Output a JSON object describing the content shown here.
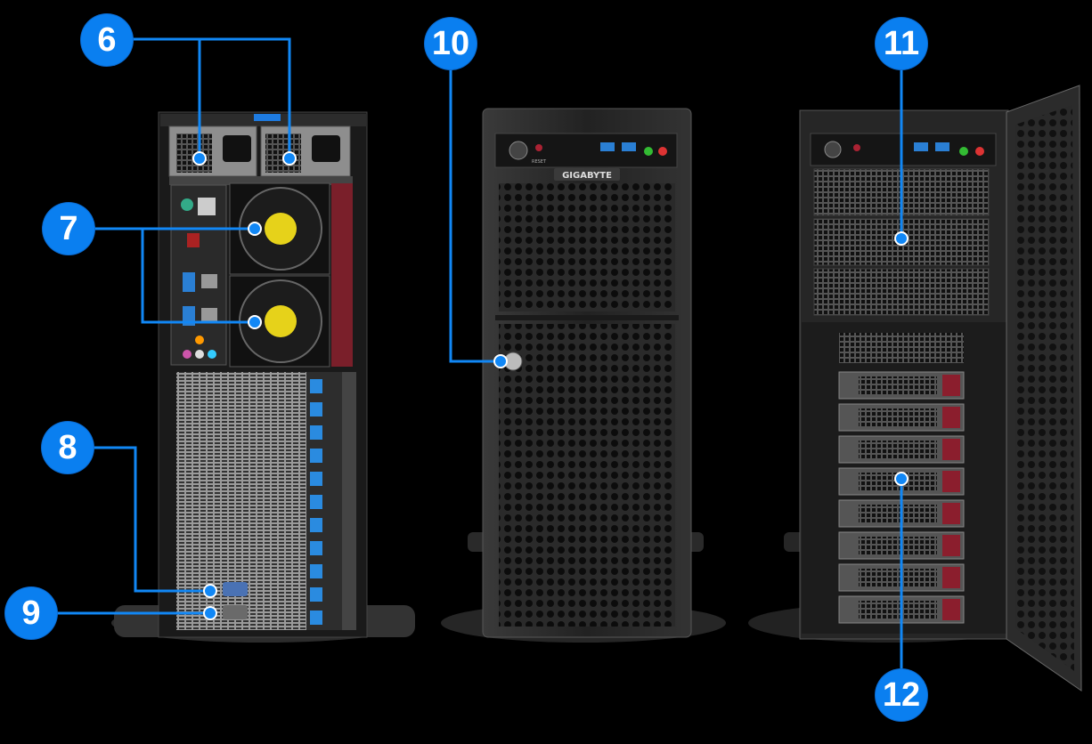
{
  "callouts": {
    "c6": "6",
    "c7": "7",
    "c8": "8",
    "c9": "9",
    "c10": "10",
    "c11": "11",
    "c12": "12"
  },
  "front": {
    "brand": "GIGABYTE",
    "reset_label": "RESET"
  },
  "colors": {
    "callout": "#0a7ff0",
    "pcie_latch": "#2a8be0",
    "drive_tab": "#8b1e2d",
    "background": "#000000"
  }
}
